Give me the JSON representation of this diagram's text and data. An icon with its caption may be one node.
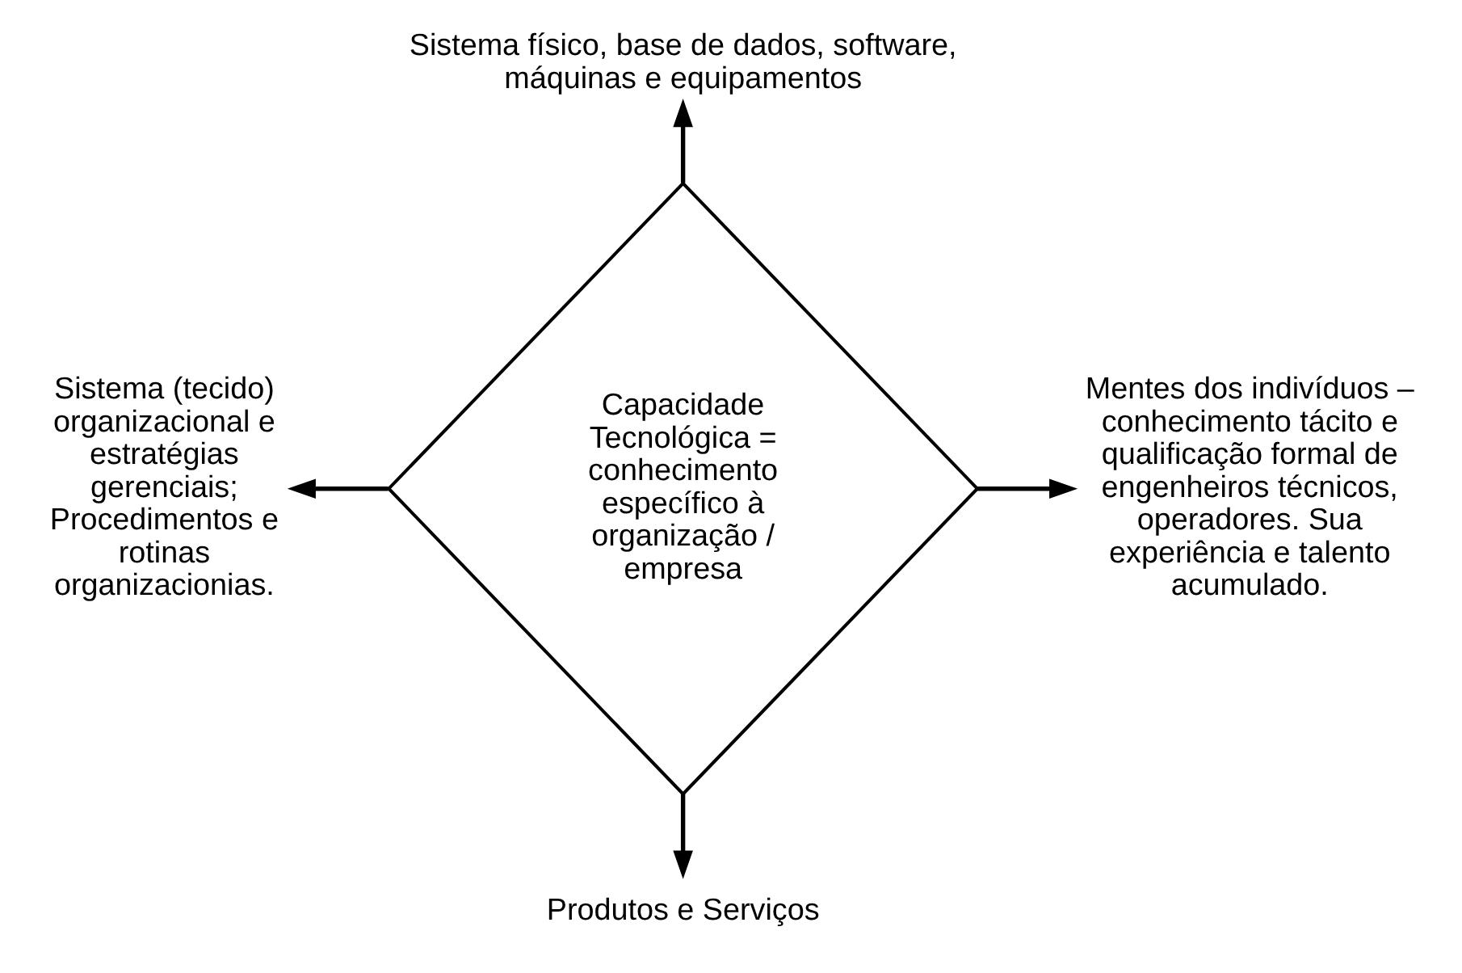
{
  "diagram": {
    "nodes": [
      {
        "text": [
          "Capacidade Tecnológica = conhecimento específico à organização / empresa"
        ]
      },
      {
        "text": [
          "Sistema físico, base de dados, software, máquinas e equipamentos"
        ]
      },
      {
        "text": [
          "Sistema (tecido) organizacional e estratégias gerenciais; Procedimentos e rotinas organizacionias."
        ]
      },
      {
        "text": [
          "Mentes dos indivíduos – conhecimento tácito e qualificação formal de engenheiros técnicos, operadores. Sua experiência e talento acumulado."
        ]
      },
      {
        "text": [
          "Produtos e Serviços"
        ]
      }
    ],
    "edges": [
      {
        "from": 0,
        "to": 1,
        "arrow": "to"
      },
      {
        "from": 0,
        "to": 2,
        "arrow": "to"
      },
      {
        "from": 0,
        "to": 3,
        "arrow": "to"
      },
      {
        "from": 0,
        "to": 4,
        "arrow": "to"
      }
    ]
  }
}
